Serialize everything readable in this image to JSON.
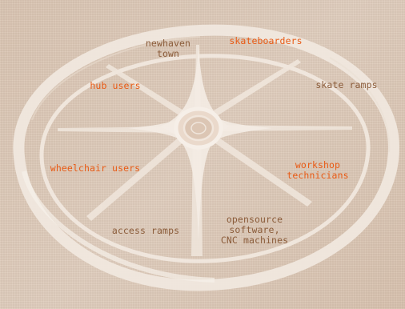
{
  "colors": {
    "background": "#dcc7b4",
    "wheel": "#f1e8df",
    "label_dark": "#8b5c3a",
    "label_accent": "#e85a14"
  },
  "labels": [
    {
      "id": "newhaven-town",
      "text": "newhaven\ntown",
      "color": "dark"
    },
    {
      "id": "skateboarders",
      "text": "skateboarders",
      "color": "accent"
    },
    {
      "id": "hub-users",
      "text": "hub users",
      "color": "accent"
    },
    {
      "id": "skate-ramps",
      "text": "skate ramps",
      "color": "dark"
    },
    {
      "id": "wheelchair-users",
      "text": "wheelchair users",
      "color": "accent"
    },
    {
      "id": "workshop-technicians",
      "text": "workshop\ntechnicians",
      "color": "accent"
    },
    {
      "id": "access-ramps",
      "text": "access ramps",
      "color": "dark"
    },
    {
      "id": "opensource-software",
      "text": "opensource\nsoftware,\nCNC machines",
      "color": "dark"
    }
  ]
}
